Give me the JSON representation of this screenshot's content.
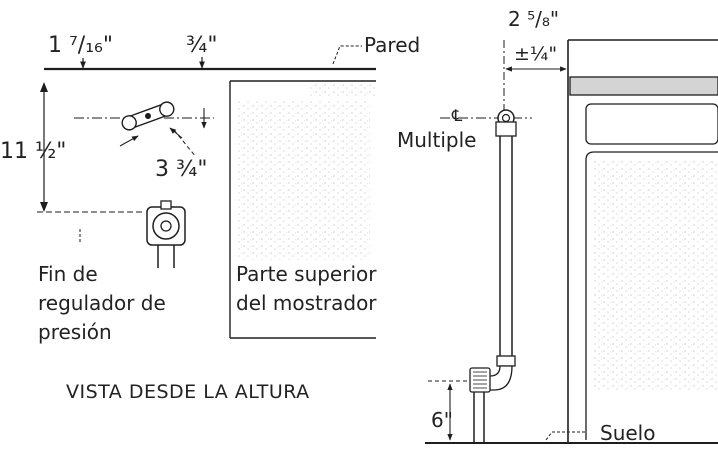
{
  "left_view": {
    "dim_top_left": "1 ⁷/₁₆\"",
    "dim_top_mid": "¾\"",
    "wall_label": "Pared",
    "dim_vertical": "11 ½\"",
    "dim_manifold": "3 ¾\"",
    "regulator_label_line1": "Fin de",
    "regulator_label_line2": "regulador de",
    "regulator_label_line3": "presión",
    "counter_label_line1": "Parte superior",
    "counter_label_line2": "del mostrador",
    "caption": "VISTA DESDE LA ALTURA"
  },
  "right_view": {
    "dim_top": "2 ⁵/₈\"",
    "dim_tolerance": "±¼\"",
    "centerline_symbol": "℄",
    "manifold_label": "Multiple",
    "dim_height": "6\"",
    "floor_label": "Suelo"
  }
}
